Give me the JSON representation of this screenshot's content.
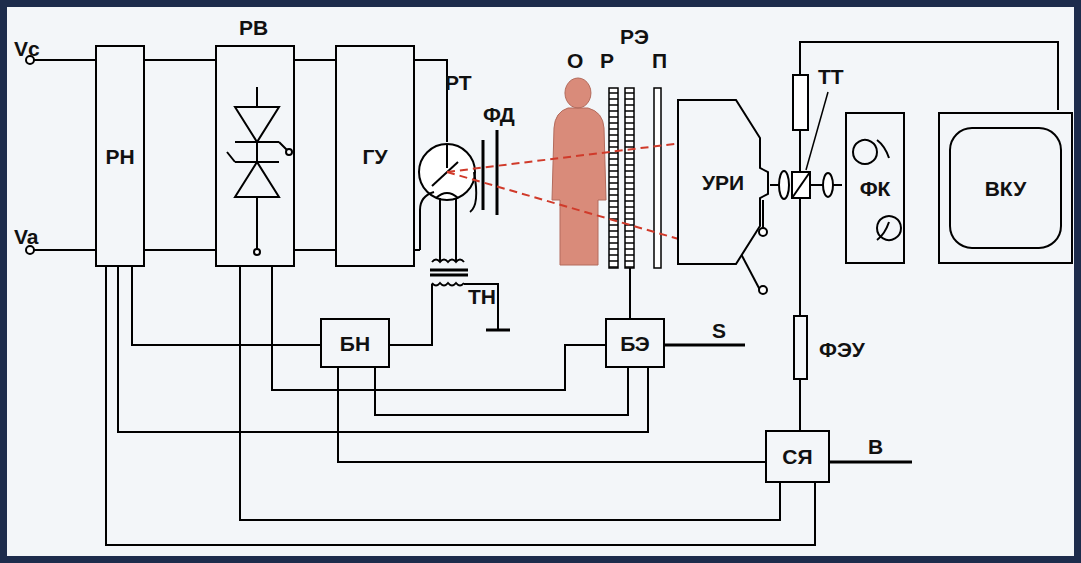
{
  "diagram": {
    "nodes": [
      {
        "text": [
          "РН"
        ]
      },
      {
        "text": [
          "РВ"
        ]
      },
      {
        "text": [
          "ГУ"
        ]
      },
      {
        "text": [
          "УРИ"
        ]
      },
      {
        "text": [
          "ФК"
        ]
      },
      {
        "text": [
          "ВКУ"
        ]
      },
      {
        "text": [
          "БН"
        ]
      },
      {
        "text": [
          "БЭ"
        ]
      },
      {
        "text": [
          "ФЭУ"
        ]
      },
      {
        "text": [
          "СЯ"
        ]
      }
    ],
    "edges": [
      {
        "from": 0,
        "to": 1,
        "arrow": "none"
      },
      {
        "from": 0,
        "to": 1,
        "arrow": "none"
      },
      {
        "from": 1,
        "to": 2,
        "arrow": "none"
      },
      {
        "from": 1,
        "to": 2,
        "arrow": "none"
      },
      {
        "from": 0,
        "to": 6,
        "arrow": "none"
      },
      {
        "from": 0,
        "to": 7,
        "arrow": "none"
      },
      {
        "from": 1,
        "to": 7,
        "arrow": "none"
      },
      {
        "from": 6,
        "to": 7,
        "arrow": "none"
      },
      {
        "from": 6,
        "to": 9,
        "arrow": "none"
      },
      {
        "from": 1,
        "to": 9,
        "arrow": "none"
      },
      {
        "from": 0,
        "to": 9,
        "arrow": "none"
      },
      {
        "from": 8,
        "to": 9,
        "arrow": "none"
      }
    ],
    "labels": [
      "Vc",
      "Va",
      "РТ",
      "ФД",
      "О",
      "Р",
      "РЭ",
      "П",
      "ТН",
      "ТТ",
      "S",
      "В"
    ]
  }
}
